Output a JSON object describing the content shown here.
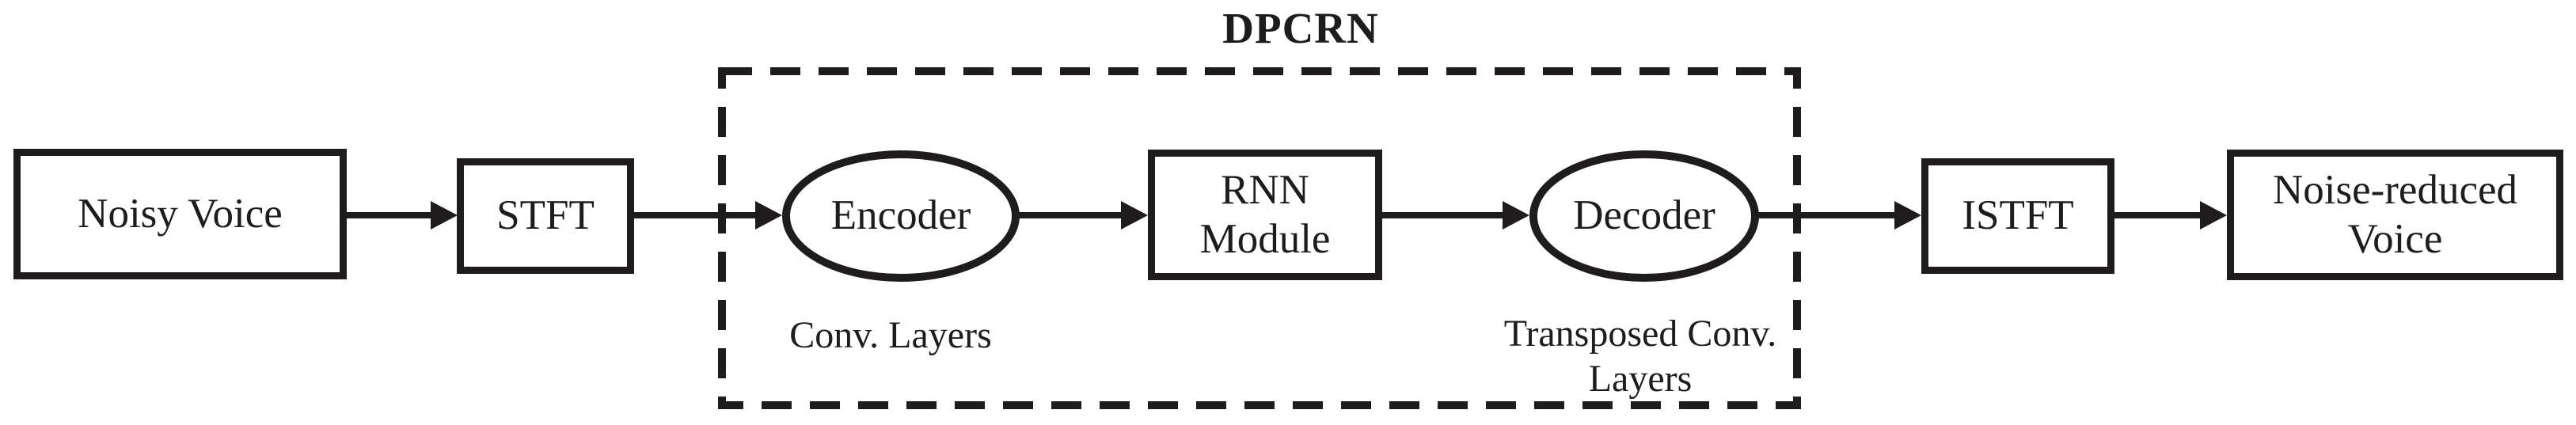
{
  "diagram": {
    "title": "DPCRN",
    "colors": {
      "ink": "#1e1c1d",
      "background": "#ffffff"
    },
    "nodes": {
      "noisy_voice": {
        "shape": "rect",
        "label": "Noisy Voice"
      },
      "stft": {
        "shape": "rect",
        "label": "STFT"
      },
      "encoder": {
        "shape": "ellipse",
        "label": "Encoder",
        "sublabel": "Conv. Layers"
      },
      "rnn_module": {
        "shape": "rect",
        "label": "RNN Module",
        "label_line1": "RNN",
        "label_line2": "Module"
      },
      "decoder": {
        "shape": "ellipse",
        "label": "Decoder",
        "sublabel": "Transposed Conv. Layers",
        "sublabel_line1": "Transposed Conv.",
        "sublabel_line2": "Layers"
      },
      "istft": {
        "shape": "rect",
        "label": "ISTFT"
      },
      "noise_reduced_voice": {
        "shape": "rect",
        "label": "Noise-reduced Voice",
        "label_line1": "Noise-reduced",
        "label_line2": "Voice"
      }
    },
    "edges": [
      {
        "from": "noisy_voice",
        "to": "stft"
      },
      {
        "from": "stft",
        "to": "encoder"
      },
      {
        "from": "encoder",
        "to": "rnn_module"
      },
      {
        "from": "rnn_module",
        "to": "decoder"
      },
      {
        "from": "decoder",
        "to": "istft"
      },
      {
        "from": "istft",
        "to": "noise_reduced_voice"
      }
    ],
    "group": {
      "label": "DPCRN",
      "members": [
        "encoder",
        "rnn_module",
        "decoder"
      ],
      "border": "dashed"
    }
  }
}
